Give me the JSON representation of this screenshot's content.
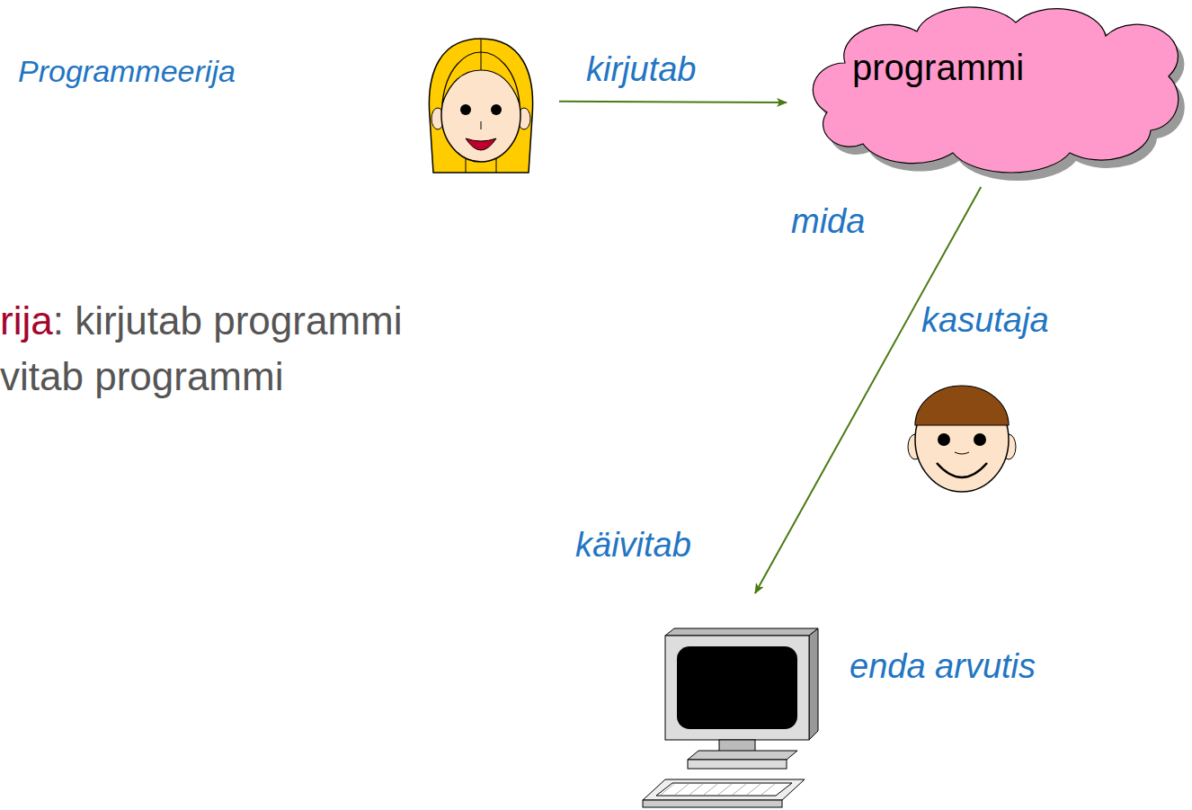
{
  "diagram": {
    "nodes": [
      {
        "text": [
          "Programmeerija"
        ]
      },
      {
        "text": [
          "programmi"
        ]
      },
      {
        "text": [
          "kasutaja"
        ]
      },
      {
        "text": [
          "enda arvutis"
        ]
      }
    ],
    "edges": [
      {
        "from": 0,
        "to": 1,
        "label": "kirjutab",
        "arrow": "to"
      },
      {
        "from": 1,
        "to": 3,
        "label": "käivitab",
        "arrow": "to"
      }
    ],
    "labels": [
      "rija",
      ": kirjutab programmi",
      "vitab programmi",
      "mida"
    ]
  }
}
